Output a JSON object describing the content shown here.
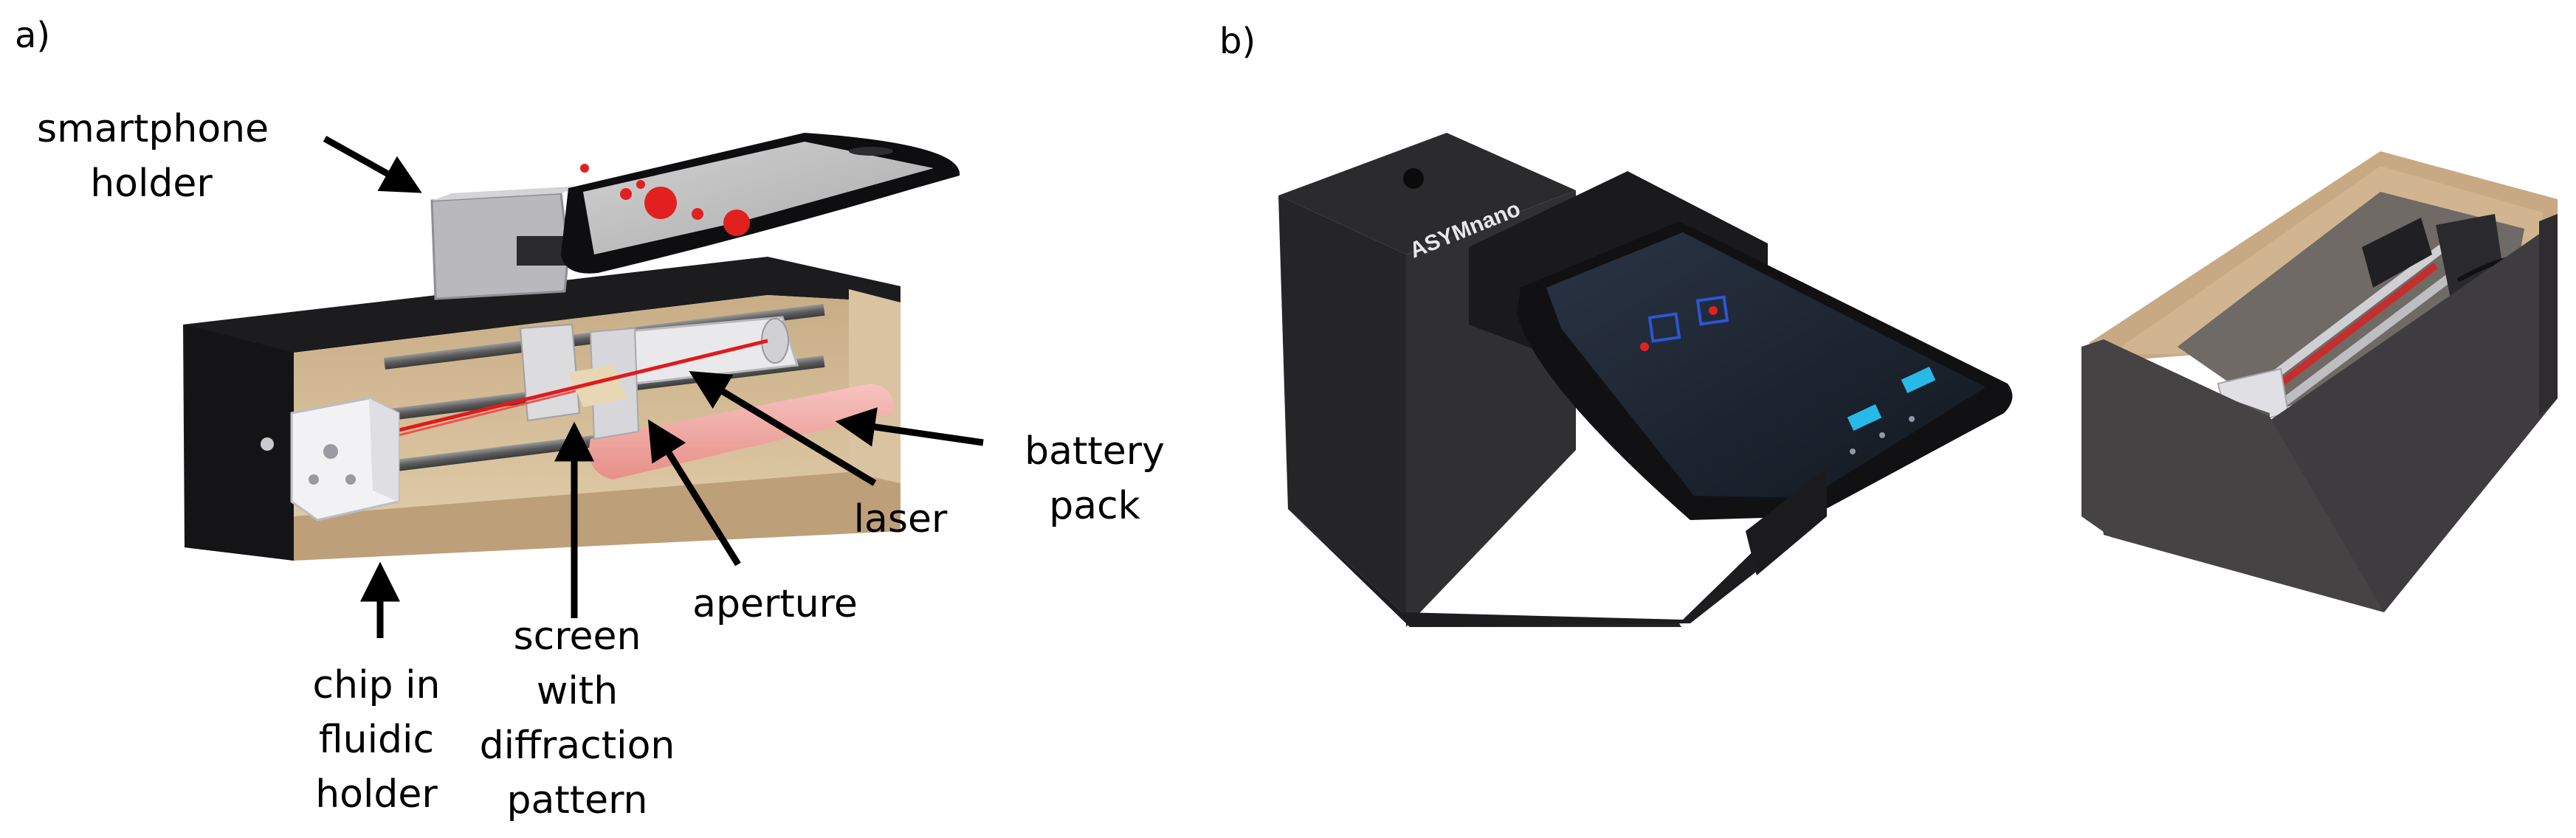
{
  "panel_a": {
    "letter": "a)",
    "labels": {
      "smartphone_holder": [
        "smartphone",
        "holder"
      ],
      "battery_pack": [
        "battery",
        "pack"
      ],
      "laser": [
        "laser"
      ],
      "aperture": [
        "aperture"
      ],
      "chip": [
        "chip in",
        "fluidic",
        "holder"
      ],
      "screen": [
        "screen",
        "with",
        "diffraction",
        "pattern"
      ]
    }
  },
  "panel_b": {
    "letter": "b)",
    "box_brand": "ASYMnano"
  },
  "colors": {
    "box_black": "#1c1c1e",
    "wood": "#cdb48f",
    "laser_red": "#e11a1a",
    "battery_pink": "#f2a7a2",
    "phone_screen_dark": "#1b2330",
    "ui_cyan": "#27b9e8"
  }
}
